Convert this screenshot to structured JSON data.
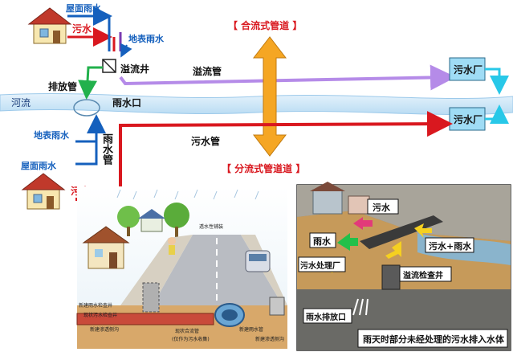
{
  "top_diagram": {
    "header_combined": "【 合流式管道 】",
    "header_separate": "【 分流式管道道 】",
    "house_top": {
      "roof_rain": "屋面雨水",
      "sewage": "污水",
      "surface_rain": "地表雨水",
      "overflow_well": "溢流井",
      "drain_pipe": "排放管"
    },
    "river": "河流",
    "rain_outlet": "雨水口",
    "overflow_pipe": "溢流管",
    "sewage_pipe": "污水管",
    "rain_pipe": "雨水管",
    "house_bottom": {
      "surface_rain": "地表雨水",
      "roof_rain": "屋面雨水",
      "sewage": "污水"
    },
    "plant_top": "污水厂",
    "plant_bottom": "污水厂"
  },
  "street_illustration": {
    "label_permeable": "透水性铺装",
    "label_inspection_new": "新建雨水检查井",
    "label_inspection_existing": "现状污水检查井",
    "label_infiltration": "新建渗透侧沟",
    "label_combined_pipe": "现状合流管",
    "label_combined_note": "(仅作为污水收集)",
    "label_new_rain": "新建雨水管",
    "label_infiltration_2": "新建渗透侧沟"
  },
  "photo_panel": {
    "sewage": "污水",
    "rain": "雨水",
    "sewage_plus_rain": "污水+雨水",
    "treatment_plant": "污水处理厂",
    "overflow_inspection": "溢流检查井",
    "rain_outlet": "雨水排放口",
    "caption": "雨天时部分未经处理的污水排入水体"
  },
  "colors": {
    "blue": "#1560bd",
    "red": "#d9181f",
    "purple": "#b58be8",
    "river": "#cfe6f7",
    "cyan": "#28c8e8",
    "orange": "#f5a623"
  }
}
